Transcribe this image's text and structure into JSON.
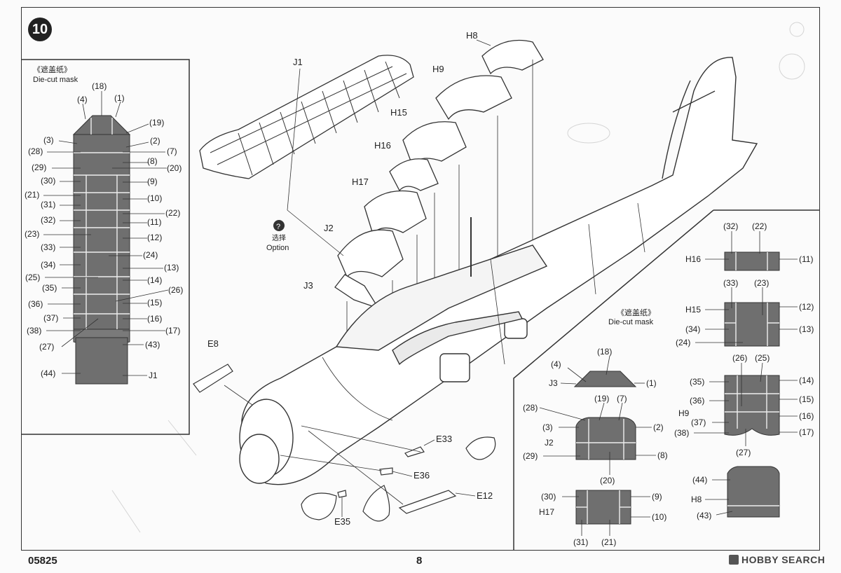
{
  "step_number": "10",
  "footer": {
    "code": "05825",
    "page": "8",
    "watermark": "HOBBY SEARCH"
  },
  "mask_title_cn": "《遮盖纸》",
  "mask_title_en": "Die-cut mask",
  "option_cn": "选择",
  "option_en": "Option",
  "option_icon": "question-icon",
  "parts": {
    "J1": "J1",
    "J2": "J2",
    "J3": "J3",
    "H8": "H8",
    "H9": "H9",
    "H15": "H15",
    "H16": "H16",
    "H17": "H17",
    "E8": "E8",
    "E12": "E12",
    "E33": "E33",
    "E35": "E35",
    "E36": "E36"
  },
  "left_mask_labels": {
    "n1": "(1)",
    "n2": "(2)",
    "n3": "(3)",
    "n4": "(4)",
    "n7": "(7)",
    "n8": "(8)",
    "n9": "(9)",
    "n10": "(10)",
    "n11": "(11)",
    "n12": "(12)",
    "n13": "(13)",
    "n14": "(14)",
    "n15": "(15)",
    "n16": "(16)",
    "n17": "(17)",
    "n18": "(18)",
    "n19": "(19)",
    "n20": "(20)",
    "n21": "(21)",
    "n22": "(22)",
    "n23": "(23)",
    "n24": "(24)",
    "n25": "(25)",
    "n26": "(26)",
    "n27": "(27)",
    "n28": "(28)",
    "n29": "(29)",
    "n30": "(30)",
    "n31": "(31)",
    "n32": "(32)",
    "n33": "(33)",
    "n34": "(34)",
    "n35": "(35)",
    "n36": "(36)",
    "n37": "(37)",
    "n38": "(38)",
    "n43": "(43)",
    "n44": "(44)"
  },
  "colors": {
    "mask_fill": "#6f6f6f",
    "line": "#333333",
    "bg": "#fbfbfb",
    "ghost": "#d4d4d4"
  }
}
